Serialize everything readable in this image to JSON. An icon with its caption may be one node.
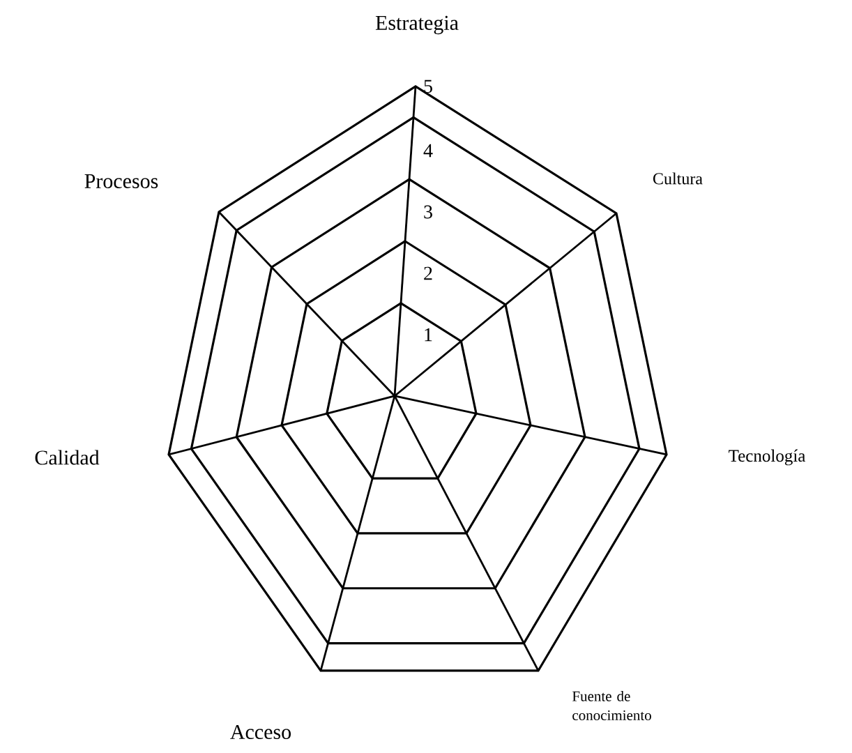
{
  "diagram": {
    "labels": [
      "Estrategia",
      "5",
      "Procesos",
      "Cultura",
      "4",
      "3",
      "2",
      "1",
      "Calidad",
      "Tecnología",
      "Fuente de conocimiento",
      "Acceso"
    ]
  }
}
